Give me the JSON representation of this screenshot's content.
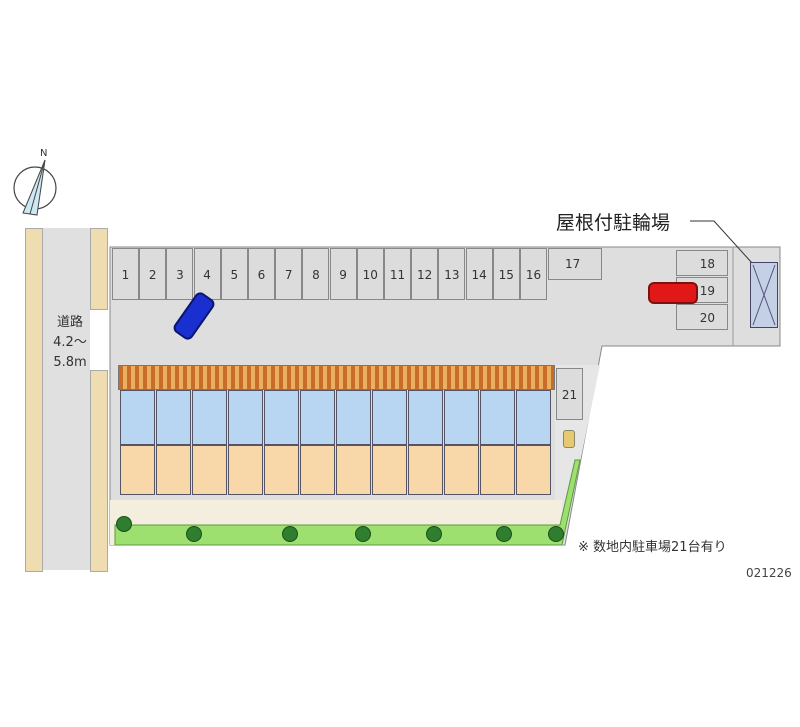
{
  "compass": {
    "label": "N"
  },
  "road": {
    "label": "道路",
    "width_text_1": "4.2～",
    "width_text_2": "5.8m"
  },
  "bicycle_parking": {
    "label": "屋根付駐輪場"
  },
  "parking_spaces": [
    "1",
    "2",
    "3",
    "4",
    "5",
    "6",
    "7",
    "8",
    "9",
    "10",
    "11",
    "12",
    "13",
    "14",
    "15",
    "16",
    "17",
    "18",
    "19",
    "20",
    "21"
  ],
  "cars": [
    {
      "color": "#1a2fd0",
      "space": "4"
    },
    {
      "color": "#e01818",
      "space": "19"
    }
  ],
  "note": "※ 数地内駐車場21台有り",
  "code": "021226"
}
